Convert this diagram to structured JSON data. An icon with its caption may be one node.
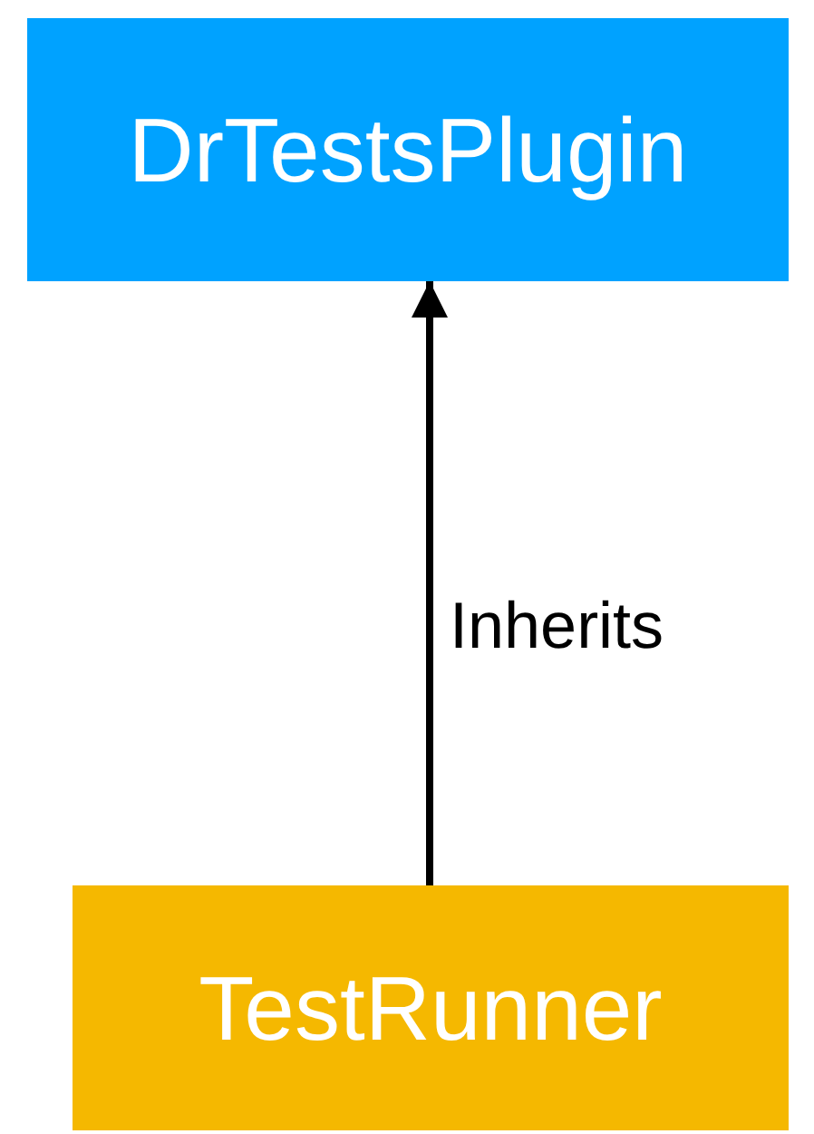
{
  "diagram": {
    "nodes": [
      {
        "text": [
          "DrTestsPlugin"
        ]
      },
      {
        "text": [
          "TestRunner"
        ]
      }
    ],
    "edges": [
      {
        "from": 1,
        "to": 0,
        "arrow": "to",
        "label": "Inherits"
      }
    ]
  }
}
